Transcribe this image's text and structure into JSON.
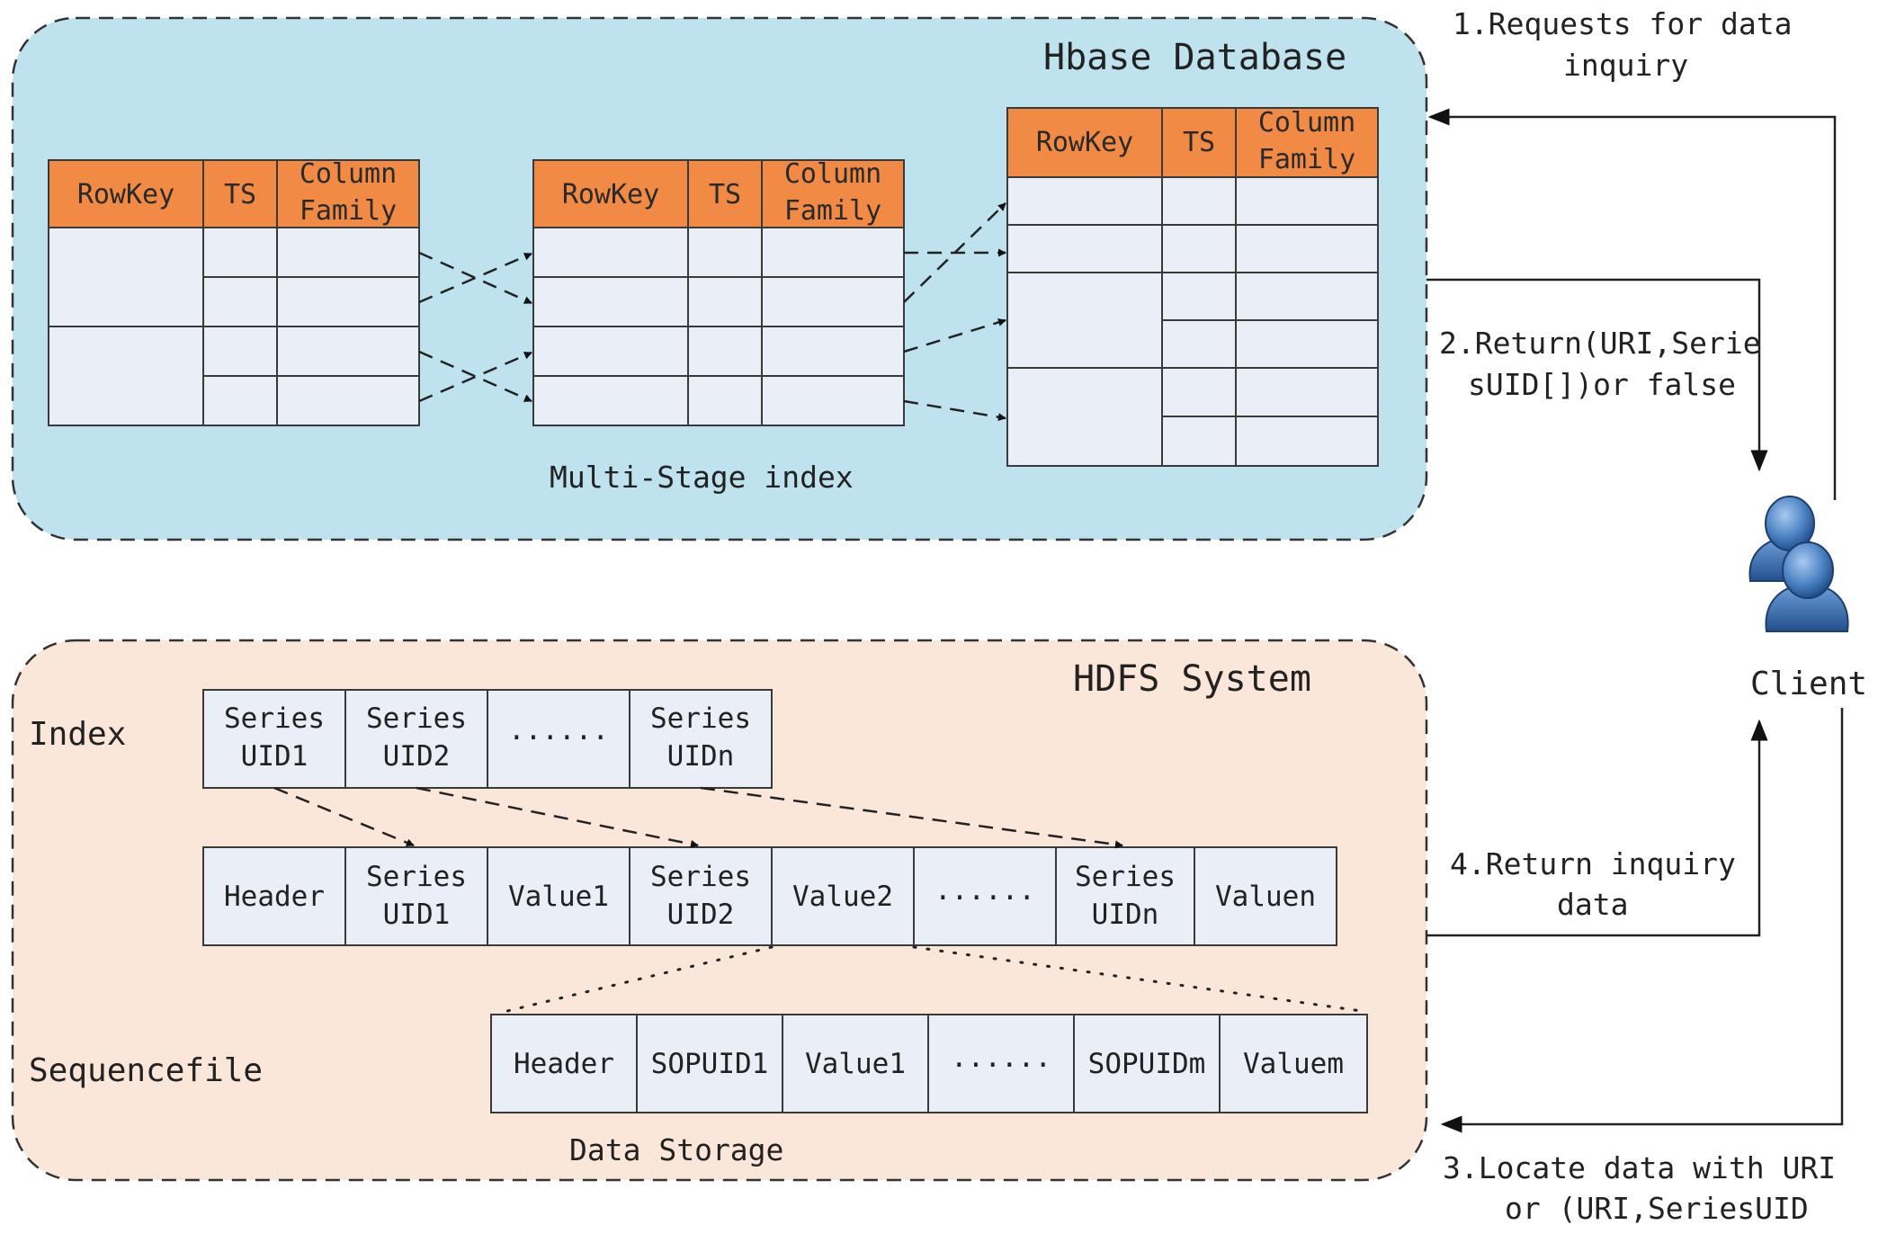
{
  "hbase": {
    "title": "Hbase Database",
    "caption": "Multi-Stage index",
    "headers": [
      "RowKey",
      "TS",
      "Column",
      "Family"
    ]
  },
  "hdfs": {
    "title": "HDFS System",
    "index_label": "Index",
    "sequence_label": "Sequencefile",
    "storage_caption": "Data Storage",
    "index_cells": [
      [
        "Series",
        "UID1"
      ],
      [
        "Series",
        "UID2"
      ],
      [
        "......"
      ],
      [
        "Series",
        "UIDn"
      ]
    ],
    "sequence_cells": [
      [
        "Header"
      ],
      [
        "Series",
        "UID1"
      ],
      [
        "Value1"
      ],
      [
        "Series",
        "UID2"
      ],
      [
        "Value2"
      ],
      [
        "......"
      ],
      [
        "Series",
        "UIDn"
      ],
      [
        "Valuen"
      ]
    ],
    "storage_cells": [
      "Header",
      "SOPUID1",
      "Value1",
      "......",
      "SOPUIDm",
      "Valuem"
    ]
  },
  "client": {
    "label": "Client",
    "icon": "users-icon"
  },
  "steps": {
    "step1": [
      "1.Requests for data",
      "inquiry"
    ],
    "step2": [
      "2.Return(URI,Serie",
      "sUID[])or false"
    ],
    "step3": [
      "3.Locate data with URI",
      "or (URI,SeriesUID"
    ],
    "step4": [
      "4.Return inquiry",
      "data"
    ]
  },
  "colors": {
    "hbase_bg": "#bfe3ee",
    "hdfs_bg": "#fbe6da",
    "header_fill": "#f08a44",
    "cell_fill": "#e9eef7",
    "client_icon": "#4f86c6"
  }
}
